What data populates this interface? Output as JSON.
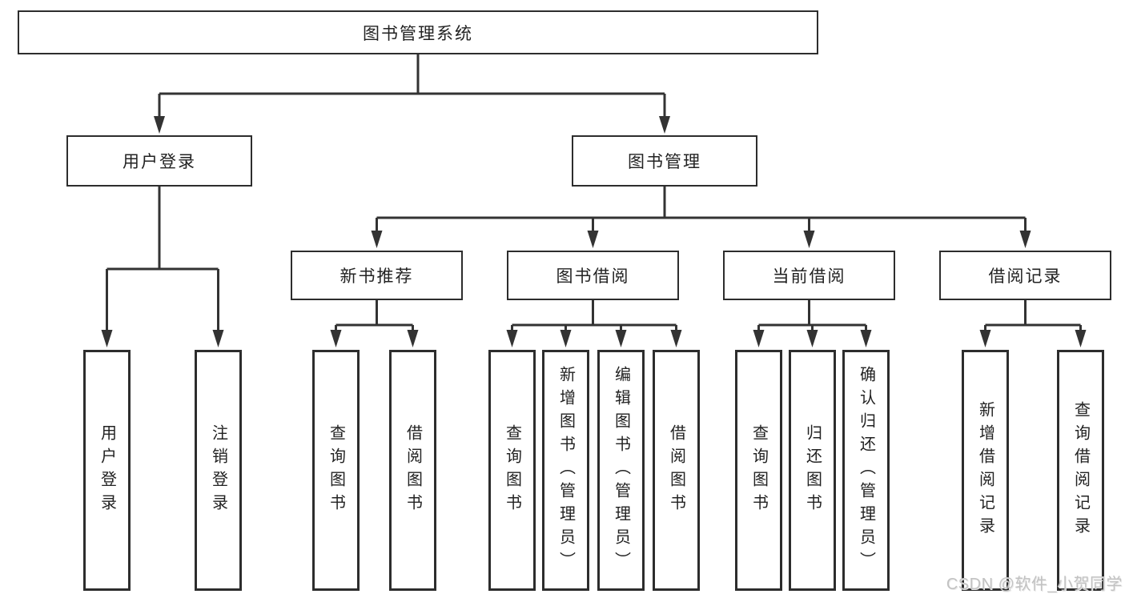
{
  "diagram": {
    "type": "tree",
    "title": "图书管理系统",
    "nodes": {
      "root": "图书管理系统",
      "user_login": "用户登录",
      "book_management": "图书管理",
      "new_book_recommend": "新书推荐",
      "book_borrowing": "图书借阅",
      "current_borrowing": "当前借阅",
      "borrow_records": "借阅记录",
      "leaf_user_login": "用户登录",
      "leaf_logout": "注销登录",
      "leaf_rec_query_books": "查询图书",
      "leaf_rec_borrow_books": "借阅图书",
      "leaf_bb_query_books": "查询图书",
      "leaf_bb_add_books_admin": "新增图书（管理员）",
      "leaf_bb_edit_books_admin": "编辑图书（管理员）",
      "leaf_bb_borrow_books": "借阅图书",
      "leaf_cb_query_books": "查询图书",
      "leaf_cb_return_books": "归还图书",
      "leaf_cb_confirm_return_admin": "确认归还（管理员）",
      "leaf_br_add_record": "新增借阅记录",
      "leaf_br_query_record": "查询借阅记录"
    },
    "edges": [
      {
        "parent": "图书管理系统",
        "children": [
          "用户登录",
          "图书管理"
        ]
      },
      {
        "parent": "用户登录",
        "children": [
          "用户登录",
          "注销登录"
        ]
      },
      {
        "parent": "图书管理",
        "children": [
          "新书推荐",
          "图书借阅",
          "当前借阅",
          "借阅记录"
        ]
      },
      {
        "parent": "新书推荐",
        "children": [
          "查询图书",
          "借阅图书"
        ]
      },
      {
        "parent": "图书借阅",
        "children": [
          "查询图书",
          "新增图书（管理员）",
          "编辑图书（管理员）",
          "借阅图书"
        ]
      },
      {
        "parent": "当前借阅",
        "children": [
          "查询图书",
          "归还图书",
          "确认归还（管理员）"
        ]
      },
      {
        "parent": "借阅记录",
        "children": [
          "新增借阅记录",
          "查询借阅记录"
        ]
      }
    ],
    "watermark": "CSDN @软件_小贺同学",
    "colors": {
      "line": "#333333",
      "box_border": "#2d2d2d",
      "text": "#222222",
      "watermark": "#c2c2c2",
      "background": "#ffffff"
    }
  }
}
